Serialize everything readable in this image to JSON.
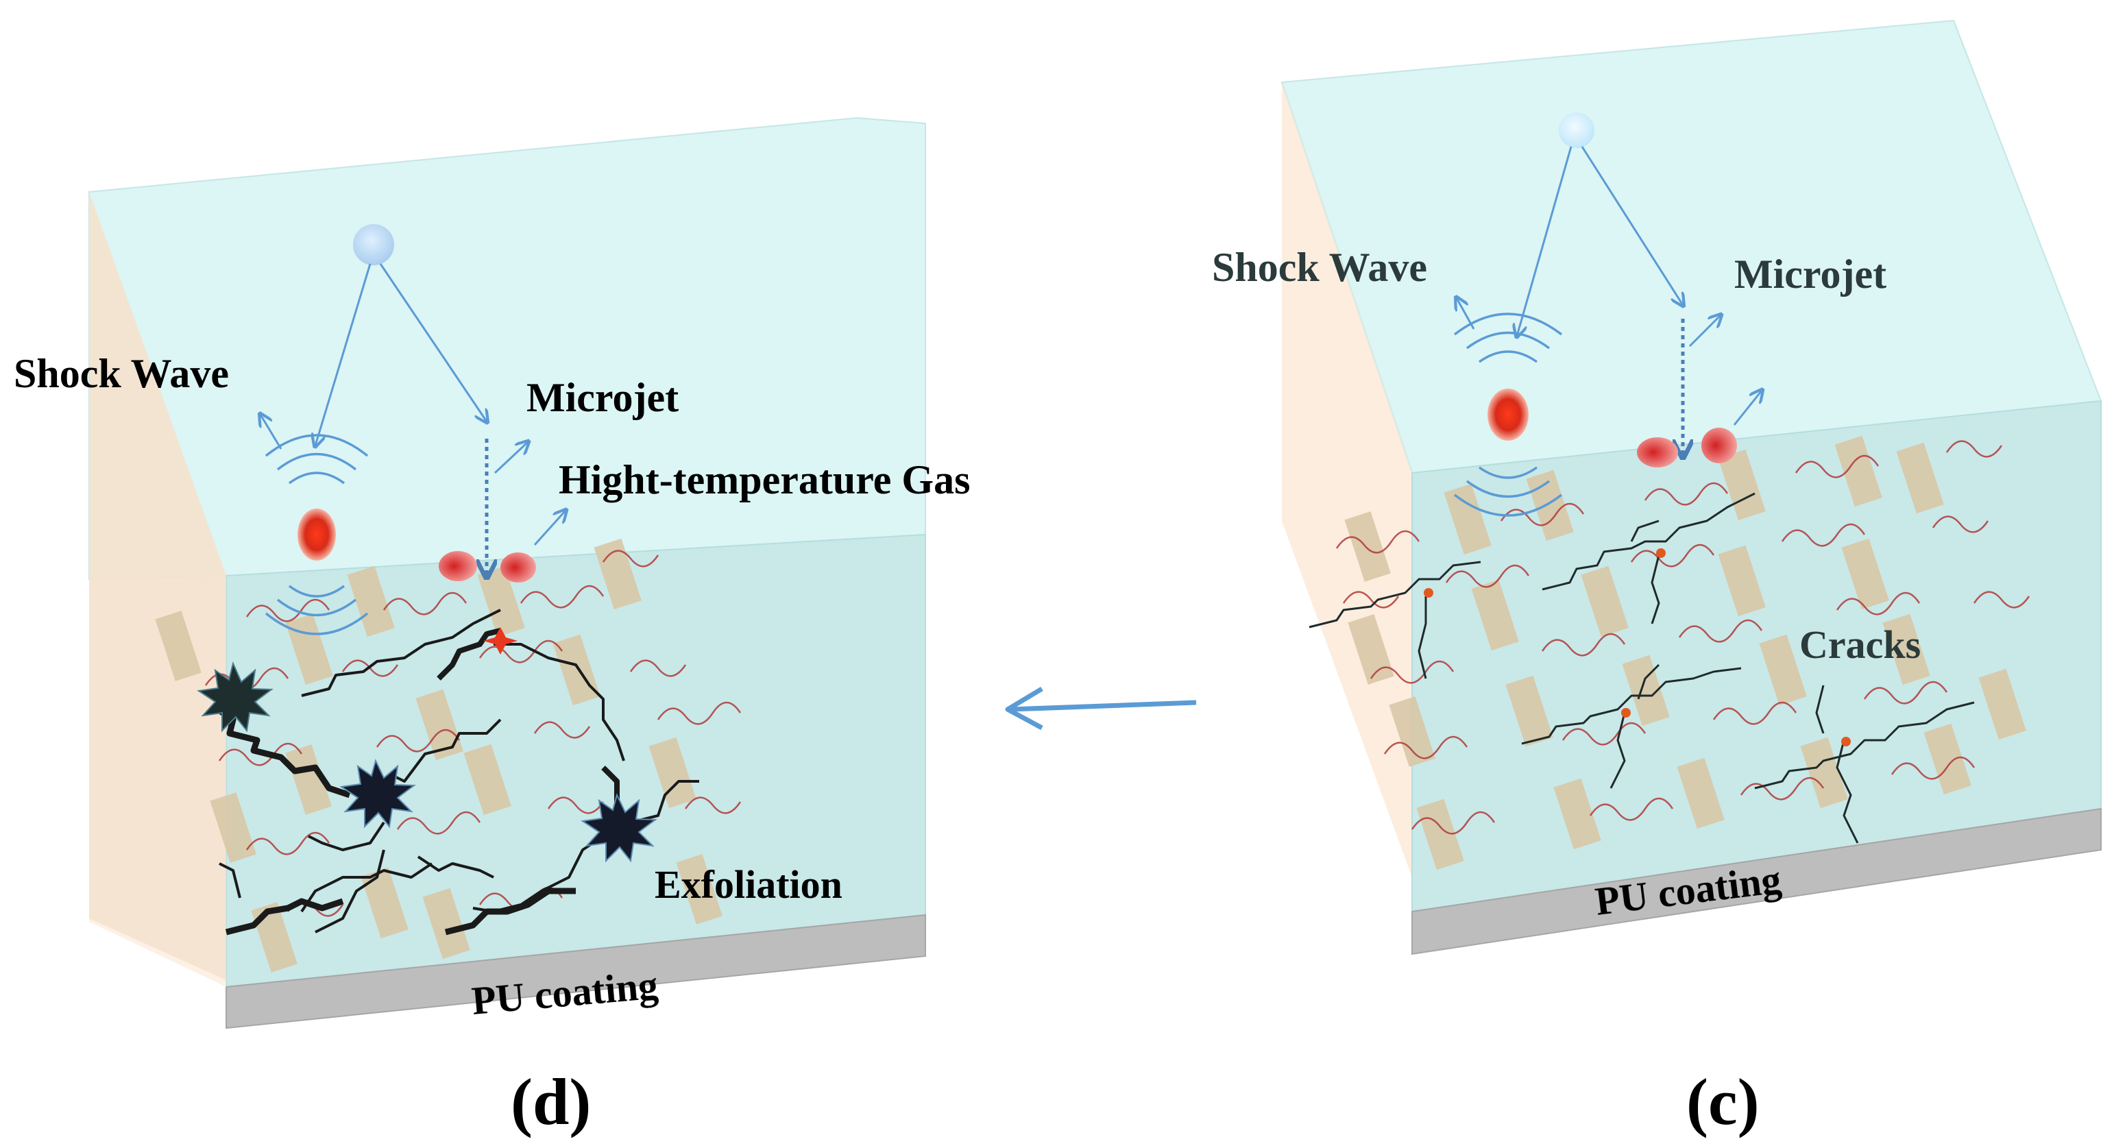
{
  "panel_d": {
    "shock_wave_label": "Shock Wave",
    "microjet_label": "Microjet",
    "gas_label": "Hight-temperature Gas",
    "exfoliation_label": "Exfoliation",
    "coating_label": "PU coating",
    "panel_label": "(d)"
  },
  "panel_c": {
    "shock_wave_label": "Shock Wave",
    "microjet_label": "Microjet",
    "cracks_label": "Cracks",
    "coating_label": "PU coating",
    "panel_label": "(c)"
  },
  "colors": {
    "water": "#d6f4f4",
    "coating_face": "#c8e6e6",
    "substrate": "#bdbdbd",
    "filler": "#d9c8a6",
    "polymer_chain": "#b03a3a",
    "arrow": "#5b9bd5",
    "bubble": "#e03020",
    "crack": "#1a1a1a"
  }
}
